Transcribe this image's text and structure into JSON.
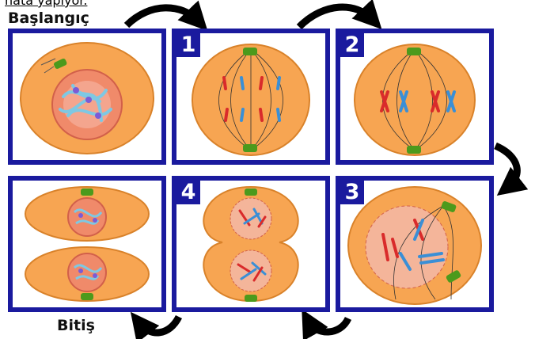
{
  "header_fragment": "hata yapıyor.",
  "labels": {
    "start": "Başlangıç",
    "end": "Bitiş"
  },
  "stages": [
    {
      "id": "start",
      "number": ""
    },
    {
      "id": "stage-1",
      "number": "1"
    },
    {
      "id": "stage-2",
      "number": "2"
    },
    {
      "id": "end",
      "number": ""
    },
    {
      "id": "stage-4",
      "number": "4"
    },
    {
      "id": "stage-3",
      "number": "3"
    }
  ],
  "colors": {
    "frame": "#1a1a9e",
    "cell": "#f7a552",
    "nucleus": "#f08a6a",
    "centrosome": "#4c9a1c",
    "chromosome_red": "#d92b2b",
    "chromosome_blue": "#3a8fd6",
    "chromatin": "#7ec8e3",
    "arrow": "#000000"
  }
}
